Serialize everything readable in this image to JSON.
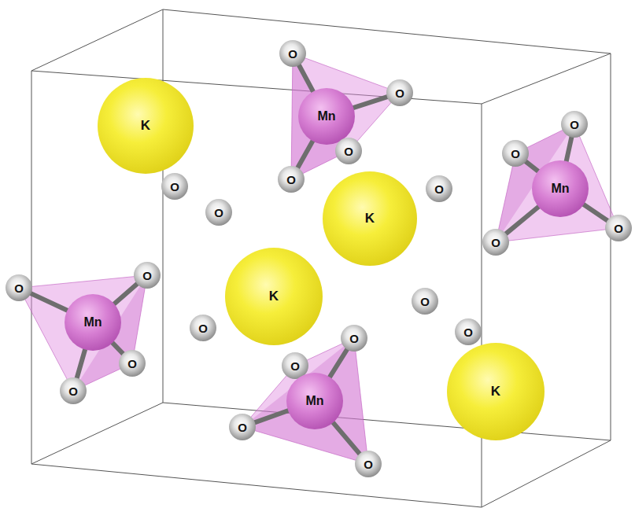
{
  "diagram": {
    "nodes": [
      {
        "text": [
          "O"
        ]
      },
      {
        "text": [
          "O"
        ]
      },
      {
        "text": [
          "Mn"
        ]
      },
      {
        "text": [
          "K"
        ]
      },
      {
        "text": [
          "O"
        ]
      },
      {
        "text": [
          "O"
        ]
      },
      {
        "text": [
          "O"
        ]
      },
      {
        "text": [
          "O"
        ]
      },
      {
        "text": [
          "O"
        ]
      },
      {
        "text": [
          "O"
        ]
      },
      {
        "text": [
          "Mn"
        ]
      },
      {
        "text": [
          "O"
        ]
      },
      {
        "text": [
          "K"
        ]
      },
      {
        "text": [
          "O"
        ]
      },
      {
        "text": [
          "O"
        ]
      },
      {
        "text": [
          "O"
        ]
      },
      {
        "text": [
          "O"
        ]
      },
      {
        "text": [
          "K"
        ]
      },
      {
        "text": [
          "O"
        ]
      },
      {
        "text": [
          "Mn"
        ]
      },
      {
        "text": [
          "O"
        ]
      },
      {
        "text": [
          "O"
        ]
      },
      {
        "text": [
          "O"
        ]
      },
      {
        "text": [
          "O"
        ]
      },
      {
        "text": [
          "O"
        ]
      },
      {
        "text": [
          "O"
        ]
      },
      {
        "text": [
          "K"
        ]
      },
      {
        "text": [
          "Mn"
        ]
      },
      {
        "text": [
          "O"
        ]
      },
      {
        "text": [
          "O"
        ]
      }
    ],
    "edges": [
      {
        "from": 2,
        "to": 0,
        "arrow": "none"
      },
      {
        "from": 2,
        "to": 1,
        "arrow": "none"
      },
      {
        "from": 2,
        "to": 5,
        "arrow": "none"
      },
      {
        "from": 2,
        "to": 7,
        "arrow": "none"
      },
      {
        "from": 10,
        "to": 4,
        "arrow": "none"
      },
      {
        "from": 10,
        "to": 6,
        "arrow": "none"
      },
      {
        "from": 10,
        "to": 13,
        "arrow": "none"
      },
      {
        "from": 10,
        "to": 14,
        "arrow": "none"
      },
      {
        "from": 19,
        "to": 15,
        "arrow": "none"
      },
      {
        "from": 19,
        "to": 16,
        "arrow": "none"
      },
      {
        "from": 19,
        "to": 23,
        "arrow": "none"
      },
      {
        "from": 19,
        "to": 25,
        "arrow": "none"
      },
      {
        "from": 27,
        "to": 22,
        "arrow": "none"
      },
      {
        "from": 27,
        "to": 24,
        "arrow": "none"
      },
      {
        "from": 27,
        "to": 28,
        "arrow": "none"
      },
      {
        "from": 27,
        "to": 29,
        "arrow": "none"
      }
    ]
  }
}
